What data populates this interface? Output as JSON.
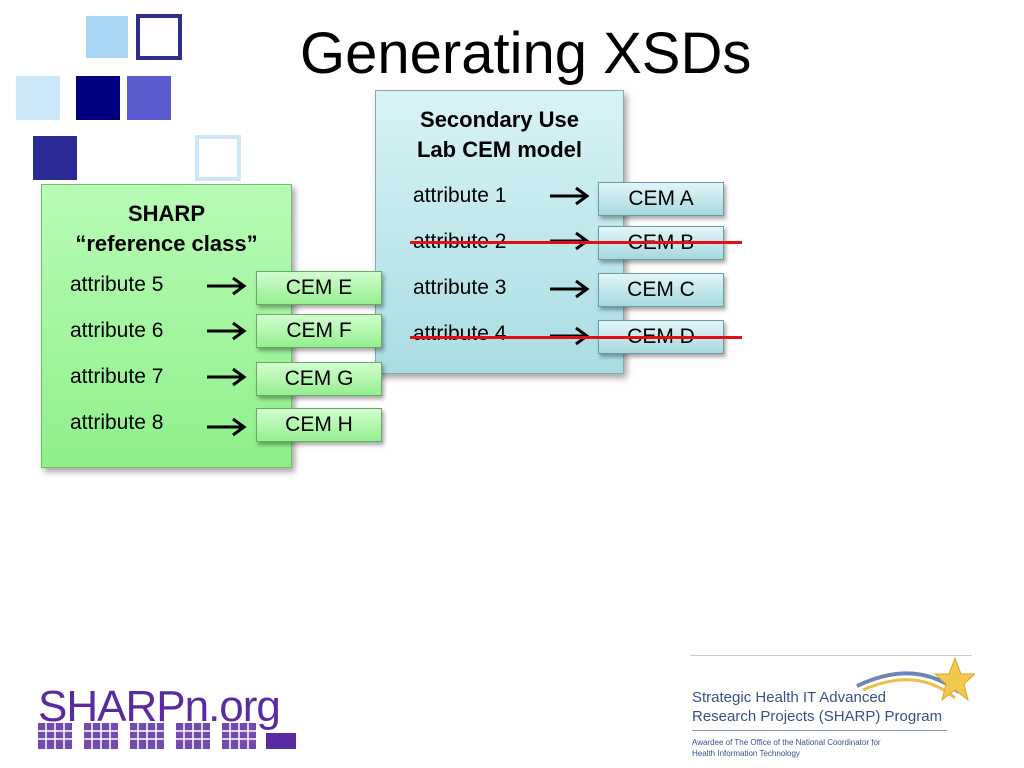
{
  "slide": {
    "title": "Generating XSDs"
  },
  "lab_model": {
    "header_line1": "Secondary Use",
    "header_line2": "Lab CEM model",
    "rows": [
      {
        "attribute": "attribute 1",
        "cem": "CEM A",
        "struck": false
      },
      {
        "attribute": "attribute 2",
        "cem": "CEM B",
        "struck": true
      },
      {
        "attribute": "attribute 3",
        "cem": "CEM C",
        "struck": false
      },
      {
        "attribute": "attribute 4",
        "cem": "CEM D",
        "struck": true
      }
    ]
  },
  "sharp_model": {
    "header_line1": "SHARP",
    "header_line2": "“reference class”",
    "rows": [
      {
        "attribute": "attribute 5",
        "cem": "CEM E"
      },
      {
        "attribute": "attribute 6",
        "cem": "CEM F"
      },
      {
        "attribute": "attribute 7",
        "cem": "CEM G"
      },
      {
        "attribute": "attribute 8",
        "cem": "CEM H"
      }
    ]
  },
  "footer": {
    "sharpn_logo_text": "SHARPn.org",
    "program_line1": "Strategic Health IT Advanced",
    "program_line2": "Research Projects (SHARP) Program",
    "awardee_line1": "Awardee of The Office of the National Coordinator for",
    "awardee_line2": "Health Information Technology"
  },
  "colors": {
    "strike": "#e01010",
    "lab_box": "#c3eaee",
    "sharp_box": "#a4f59f",
    "decor_dark": "#000080",
    "decor_mid": "#5b5bd0",
    "decor_light": "#a8d4f5"
  }
}
